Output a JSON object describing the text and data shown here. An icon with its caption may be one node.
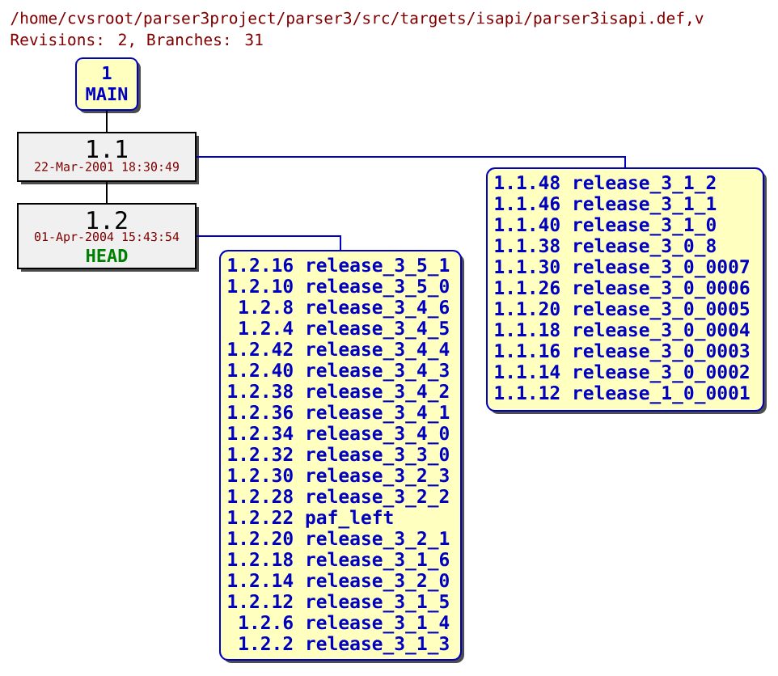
{
  "diagram": {
    "title": "/home/cvsroot/parser3project/parser3/src/targets/isapi/parser3isapi.def,v",
    "nodes": [
      {
        "text": [
          "1",
          "MAIN"
        ]
      },
      {
        "text": [
          "1.1",
          "22-Mar-2001 18:30:49"
        ]
      },
      {
        "text": [
          "1.2",
          "01-Apr-2004 15:43:54",
          "HEAD"
        ]
      },
      {
        "text": [
          "1.1.48 release_3_1_2",
          "1.1.46 release_3_1_1",
          "1.1.40 release_3_1_0",
          "1.1.38 release_3_0_8",
          "1.1.30 release_3_0_0007",
          "1.1.26 release_3_0_0006",
          "1.1.20 release_3_0_0005",
          "1.1.18 release_3_0_0004",
          "1.1.16 release_3_0_0003",
          "1.1.14 release_3_0_0002",
          "1.1.12 release_1_0_0001"
        ]
      },
      {
        "text": [
          "1.2.16 release_3_5_1",
          "1.2.10 release_3_5_0",
          "1.2.8 release_3_4_6",
          "1.2.4 release_3_4_5",
          "1.2.42 release_3_4_4",
          "1.2.40 release_3_4_3",
          "1.2.38 release_3_4_2",
          "1.2.36 release_3_4_1",
          "1.2.34 release_3_4_0",
          "1.2.32 release_3_3_0",
          "1.2.30 release_3_2_3",
          "1.2.28 release_3_2_2",
          "1.2.22 paf_left",
          "1.2.20 release_3_2_1",
          "1.2.18 release_3_1_6",
          "1.2.14 release_3_2_0",
          "1.2.12 release_3_1_5",
          "1.2.6 release_3_1_4",
          "1.2.2 release_3_1_3"
        ]
      }
    ],
    "edges": [
      {
        "from": 0,
        "to": 1,
        "arrow": "none"
      },
      {
        "from": 1,
        "to": 2,
        "arrow": "none"
      },
      {
        "from": 1,
        "to": 3,
        "arrow": "none",
        "color": "#0000c0"
      },
      {
        "from": 2,
        "to": 4,
        "arrow": "none",
        "color": "#0000c0"
      }
    ],
    "labels": [
      "Revisions: 2, Branches: 31"
    ]
  }
}
